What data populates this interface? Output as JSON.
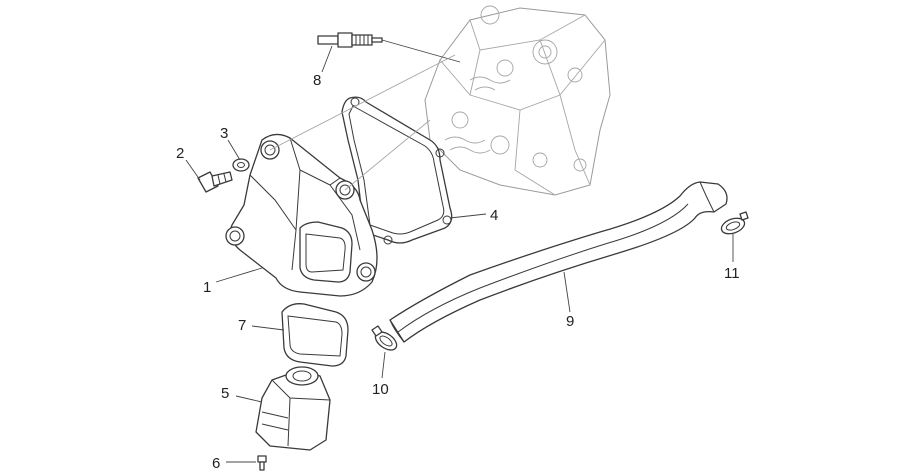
{
  "callouts": [
    {
      "id": "1",
      "label": "1"
    },
    {
      "id": "2",
      "label": "2"
    },
    {
      "id": "3",
      "label": "3"
    },
    {
      "id": "4",
      "label": "4"
    },
    {
      "id": "5",
      "label": "5"
    },
    {
      "id": "6",
      "label": "6"
    },
    {
      "id": "7",
      "label": "7"
    },
    {
      "id": "8",
      "label": "8"
    },
    {
      "id": "9",
      "label": "9"
    },
    {
      "id": "10",
      "label": "10"
    },
    {
      "id": "11",
      "label": "11"
    }
  ],
  "colors": {
    "line": "#3a3a3a",
    "faint": "#9a9a9a",
    "background": "#ffffff"
  }
}
